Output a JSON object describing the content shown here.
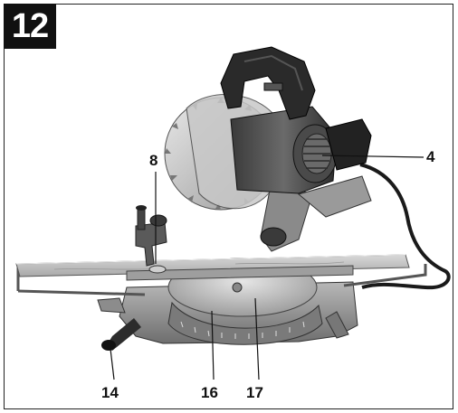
{
  "figure": {
    "number": "12"
  },
  "callouts": {
    "c4": "4",
    "c8": "8",
    "c14": "14",
    "c16": "16",
    "c17": "17"
  }
}
